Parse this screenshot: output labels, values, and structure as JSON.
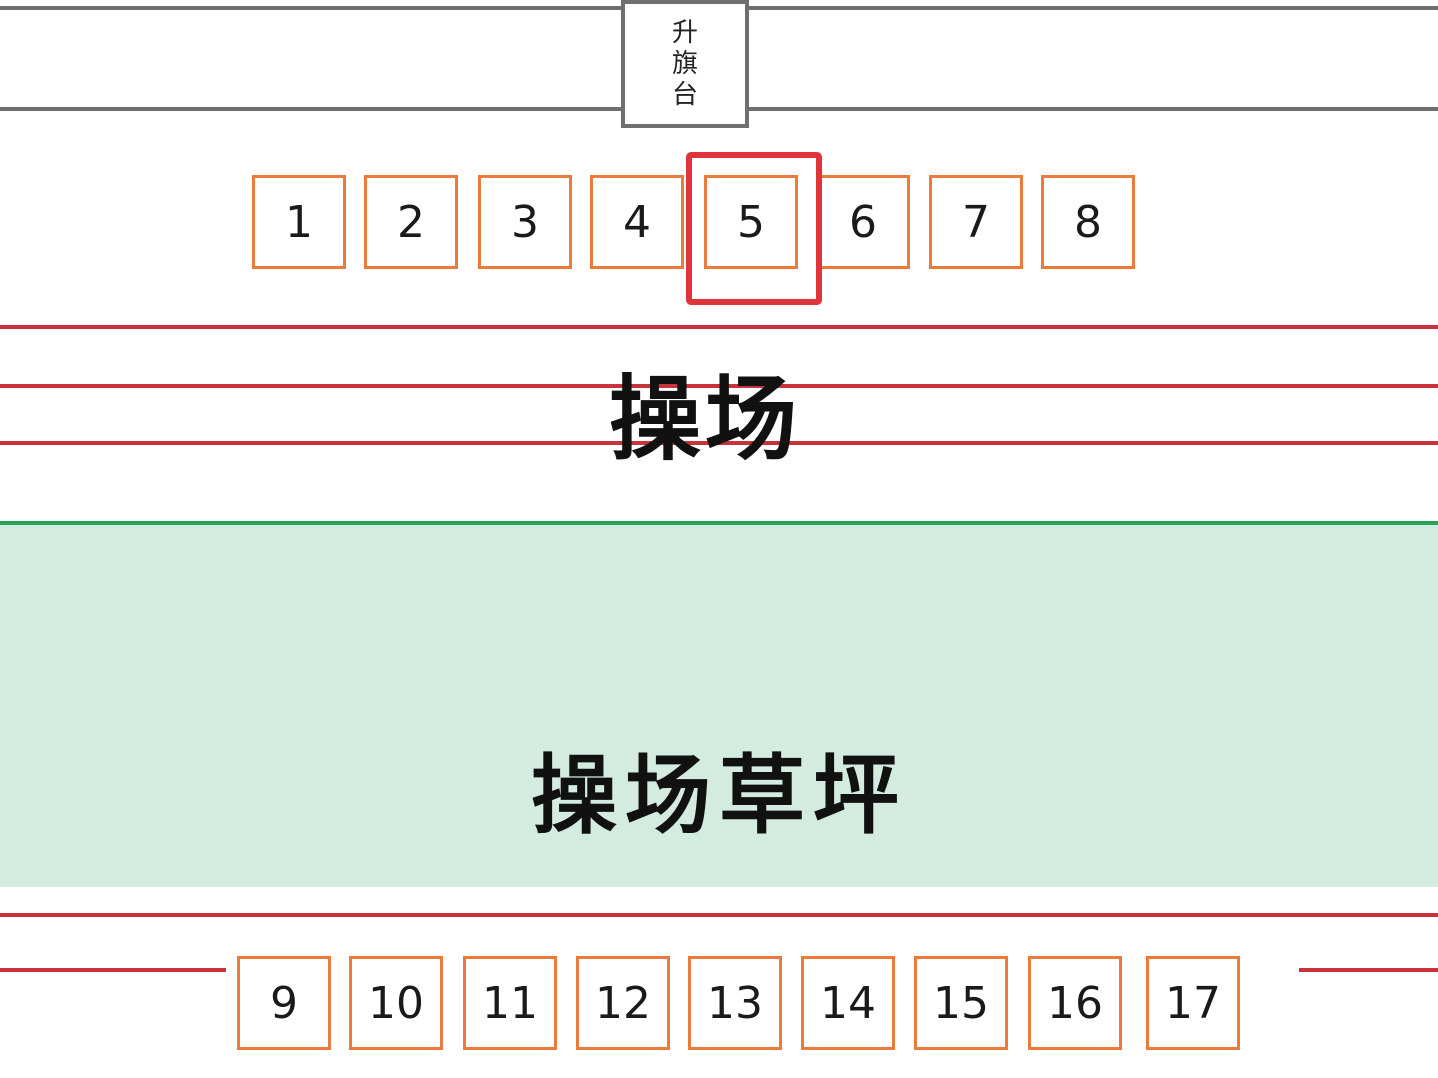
{
  "podium": {
    "chars": [
      "升",
      "旗",
      "台"
    ]
  },
  "top_booths": [
    "1",
    "2",
    "3",
    "4",
    "5",
    "6",
    "7",
    "8"
  ],
  "highlighted_booth": "5",
  "track": {
    "label": "操场"
  },
  "lawn": {
    "label": "操场草坪"
  },
  "bottom_booths": [
    "9",
    "10",
    "11",
    "12",
    "13",
    "14",
    "15",
    "16",
    "17"
  ],
  "colors": {
    "booth_border": "#ec7a3a",
    "highlight": "#e0343d",
    "track_line": "#c8323a",
    "lawn": "#d3ecdf",
    "lawn_edge": "#2aa35a",
    "road_line": "#6f6f6f"
  }
}
